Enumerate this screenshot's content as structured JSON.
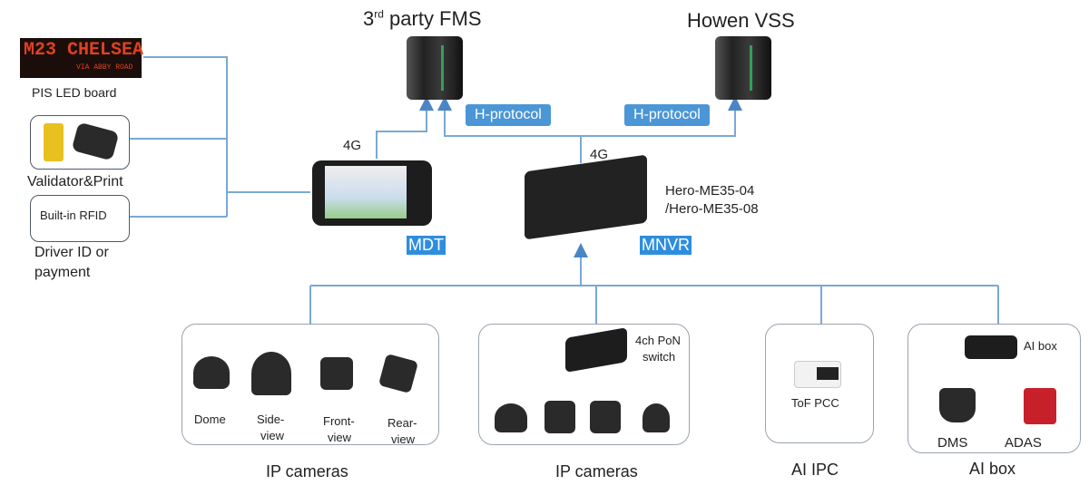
{
  "top": {
    "fms_title": "3rd party FMS",
    "fms_title_main": "3",
    "fms_title_sup": "rd",
    "fms_title_rest": " party FMS",
    "vss_title": "Howen VSS",
    "h_protocol_left": "H-protocol",
    "h_protocol_right": "H-protocol"
  },
  "left": {
    "led_text_main": "M23 CHELSEA",
    "led_text_sub": "VIA ABBY ROAD",
    "led_label": "PIS LED board",
    "validator_label": "Validator&Print",
    "rfid_box": "Built-in RFID",
    "driver_label_1": "Driver ID or",
    "driver_label_2": "payment"
  },
  "mdt": {
    "link": "4G",
    "label": "MDT"
  },
  "mnvr": {
    "link": "4G",
    "label": "MNVR",
    "model_1": "Hero-ME35-04",
    "model_2": "/Hero-ME35-08"
  },
  "groups": {
    "ip_cameras_1": {
      "title": "IP cameras",
      "items": [
        "Dome",
        "Side-",
        "view",
        "Front-",
        "view",
        "Rear-",
        "view"
      ]
    },
    "ip_cameras_2": {
      "title": "IP cameras",
      "switch_1": "4ch PoN",
      "switch_2": "switch"
    },
    "ai_ipc": {
      "title": "AI IPC",
      "device": "ToF PCC"
    },
    "ai_box": {
      "title": "AI box",
      "device": "AI box",
      "dms": "DMS",
      "adas": "ADAS"
    }
  },
  "colors": {
    "line": "#6a9fd0",
    "tag": "#4a96d6",
    "highlight": "#2e8ede"
  }
}
